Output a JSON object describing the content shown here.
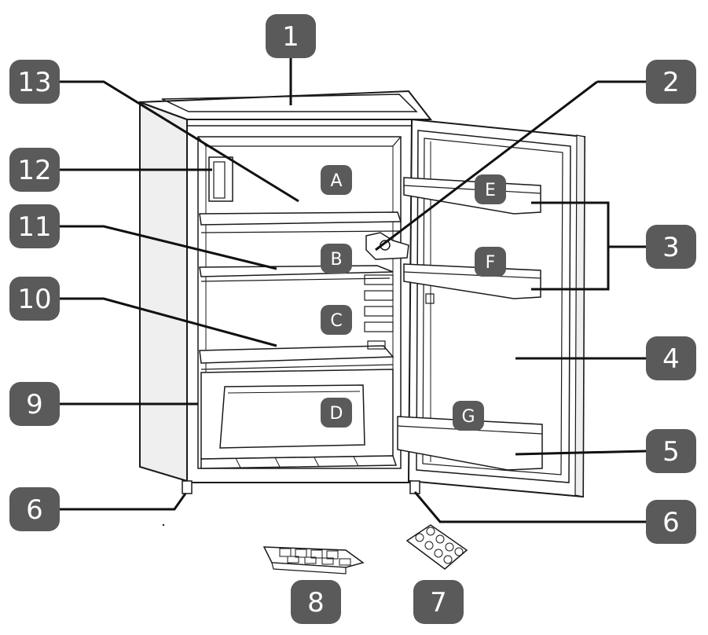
{
  "colors": {
    "badge": "#5a5a5a",
    "badge_text": "#ffffff",
    "line": "#111111",
    "outline": "#1a1a1a",
    "body_fill": "#ffffff",
    "side_fill": "#efefef"
  },
  "callouts": [
    {
      "id": "1",
      "label": "1"
    },
    {
      "id": "2",
      "label": "2"
    },
    {
      "id": "3",
      "label": "3"
    },
    {
      "id": "4",
      "label": "4"
    },
    {
      "id": "5",
      "label": "5"
    },
    {
      "id": "6a",
      "label": "6"
    },
    {
      "id": "6b",
      "label": "6"
    },
    {
      "id": "7",
      "label": "7"
    },
    {
      "id": "8",
      "label": "8"
    },
    {
      "id": "9",
      "label": "9"
    },
    {
      "id": "10",
      "label": "10"
    },
    {
      "id": "11",
      "label": "11"
    },
    {
      "id": "12",
      "label": "12"
    },
    {
      "id": "13",
      "label": "13"
    }
  ],
  "zones": [
    {
      "id": "A",
      "label": "A"
    },
    {
      "id": "B",
      "label": "B"
    },
    {
      "id": "C",
      "label": "C"
    },
    {
      "id": "D",
      "label": "D"
    },
    {
      "id": "E",
      "label": "E"
    },
    {
      "id": "F",
      "label": "F"
    },
    {
      "id": "G",
      "label": "G"
    }
  ]
}
